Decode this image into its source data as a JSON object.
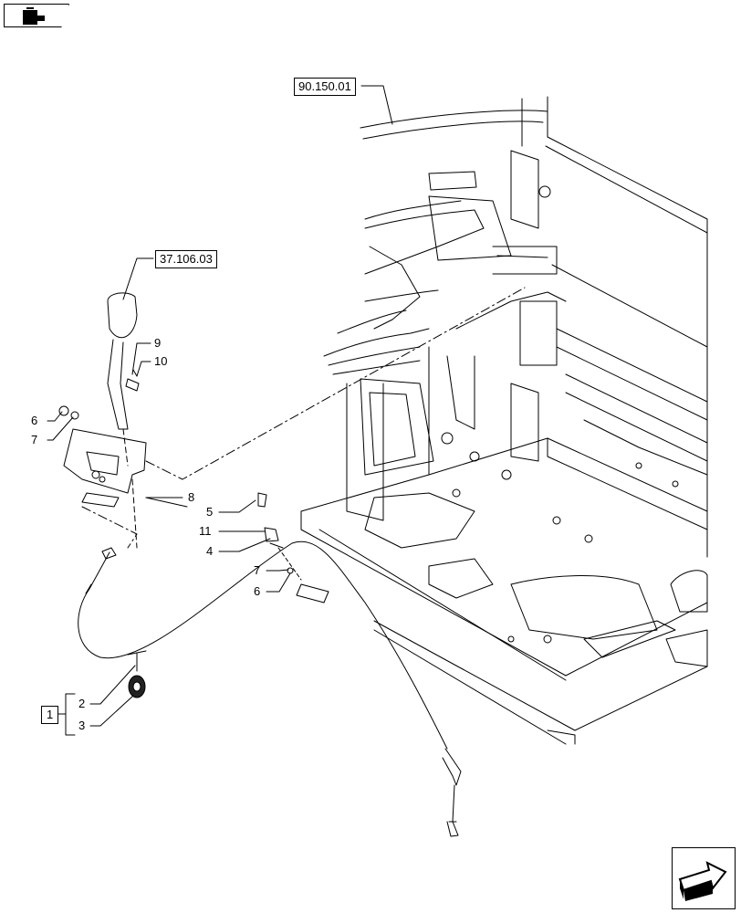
{
  "references": {
    "ref_a": "90.150.01",
    "ref_b": "37.106.03"
  },
  "kit_box": "1",
  "callouts": {
    "c1": "9",
    "c2": "10",
    "c3": "6",
    "c4": "7",
    "c5": "8",
    "c6": "5",
    "c7": "11",
    "c8": "4",
    "c9": "7",
    "c10": "6",
    "c11": "2",
    "c12": "3"
  },
  "icons": {
    "top_left": "assembly-book-icon",
    "bottom_right": "next-page-arrow-icon"
  }
}
